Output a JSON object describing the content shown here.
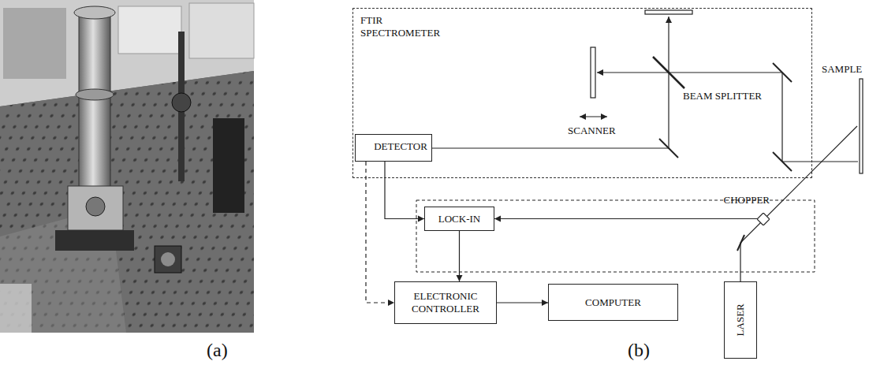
{
  "diagram": {
    "nodes": [
      {
        "text": [
          "FTIR SPECTROMETER"
        ]
      },
      {
        "text": [
          "DETECTOR"
        ],
        "in": 0
      },
      {
        "text": [
          "LOCK-IN"
        ]
      },
      {
        "text": [
          "CHOPPER"
        ]
      },
      {
        "text": [
          "ELECTRONIC CONTROLLER"
        ]
      },
      {
        "text": [
          "COMPUTER"
        ]
      },
      {
        "text": [
          "LASER"
        ]
      }
    ],
    "edges": [
      {
        "from": 1,
        "to": 2,
        "arrow": "to"
      },
      {
        "from": 3,
        "to": 2,
        "arrow": "to"
      },
      {
        "from": 2,
        "to": 4,
        "arrow": "to"
      },
      {
        "from": 1,
        "to": 4,
        "arrow": "to"
      },
      {
        "from": 4,
        "to": 5,
        "arrow": "to"
      }
    ],
    "labels": [
      "BEAM SPLITTER",
      "SCANNER",
      "SAMPLE",
      "(a)",
      "(b)"
    ]
  }
}
